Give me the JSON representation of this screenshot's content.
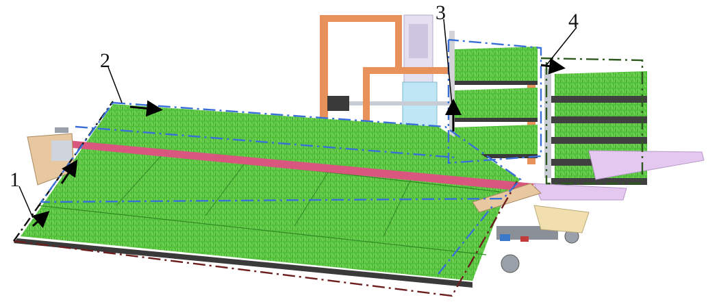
{
  "figure": {
    "labels": [
      {
        "id": "label-1",
        "text": "1"
      },
      {
        "id": "label-2",
        "text": "2"
      },
      {
        "id": "label-3",
        "text": "3"
      },
      {
        "id": "label-4",
        "text": "4"
      }
    ]
  },
  "colors": {
    "grass": "#4fbf3a",
    "grass_light": "#8fe06a",
    "frame_orange": "#e8915a",
    "pink_rail": "#d9577f",
    "lavender": "#d8b8e8",
    "blue_dash": "#3a6fd8",
    "red_dash": "#6b1e1e",
    "black_dash": "#111111",
    "green_dash": "#2f5a1f"
  }
}
